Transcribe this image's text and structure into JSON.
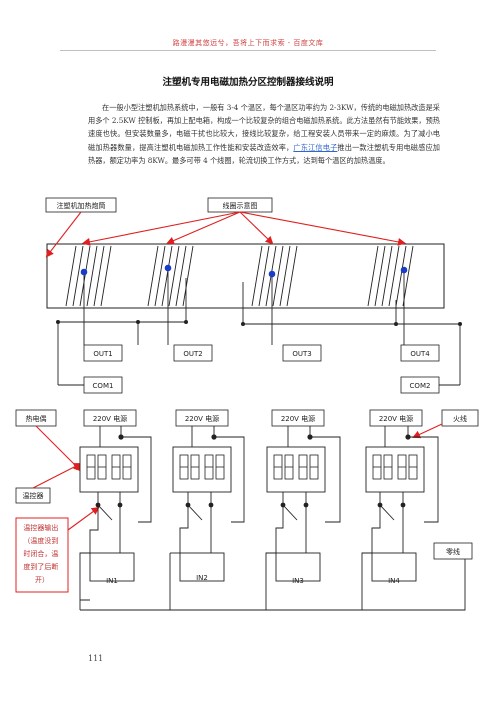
{
  "header": {
    "banner": "路漫漫其悠远兮，吾将上下而求索 - 百度文库"
  },
  "document": {
    "title": "注塑机专用电磁加热分区控制器接线说明",
    "intro_before_link": "在一般小型注塑机加热系统中，一般有 3-4 个温区，每个温区功率约为 2-3KW，传统的电磁加热改造是采用多个 2.5KW 控制板，再加上配电箱，构成一个比较复杂的组合电磁加热系统。此方法虽然有节能效果，预热速度也快。但安装数量多，电磁干扰也比较大，接线比较复杂，给工程安装人员带来一定的麻烦。为了减小电磁加热器数量，提高注塑机电磁加热工作性能和安装改造效率，",
    "intro_link": "广东江信电子",
    "intro_after_link": "推出一款注塑机专用电磁感应加热器，额定功率为 8KW。最多可带 4 个线圈，轮流切换工作方式，达到每个温区的加热温度。",
    "page_number": "111"
  },
  "diagram": {
    "callouts": {
      "barrel": "注塑机加热炮筒",
      "coil": "线圈示意图",
      "thermocouple": "热电偶",
      "controller": "温控器",
      "controller_output": "温控器输出（温度没到时闭合，温度到了后断开）",
      "live": "火线",
      "neutral": "零线"
    },
    "outputs": [
      "OUT1",
      "OUT2",
      "OUT3",
      "OUT4"
    ],
    "commons": [
      "COM1",
      "COM2"
    ],
    "power_labels": [
      "220V 电源",
      "220V 电源",
      "220V 电源",
      "220V 电源"
    ],
    "inputs": [
      "IN1",
      "IN2",
      "IN3",
      "IN4"
    ]
  },
  "colors": {
    "arrow": "#e02020",
    "node": "#1a3cc8",
    "line": "#222222",
    "link": "#3366cc",
    "banner": "#d04040"
  }
}
